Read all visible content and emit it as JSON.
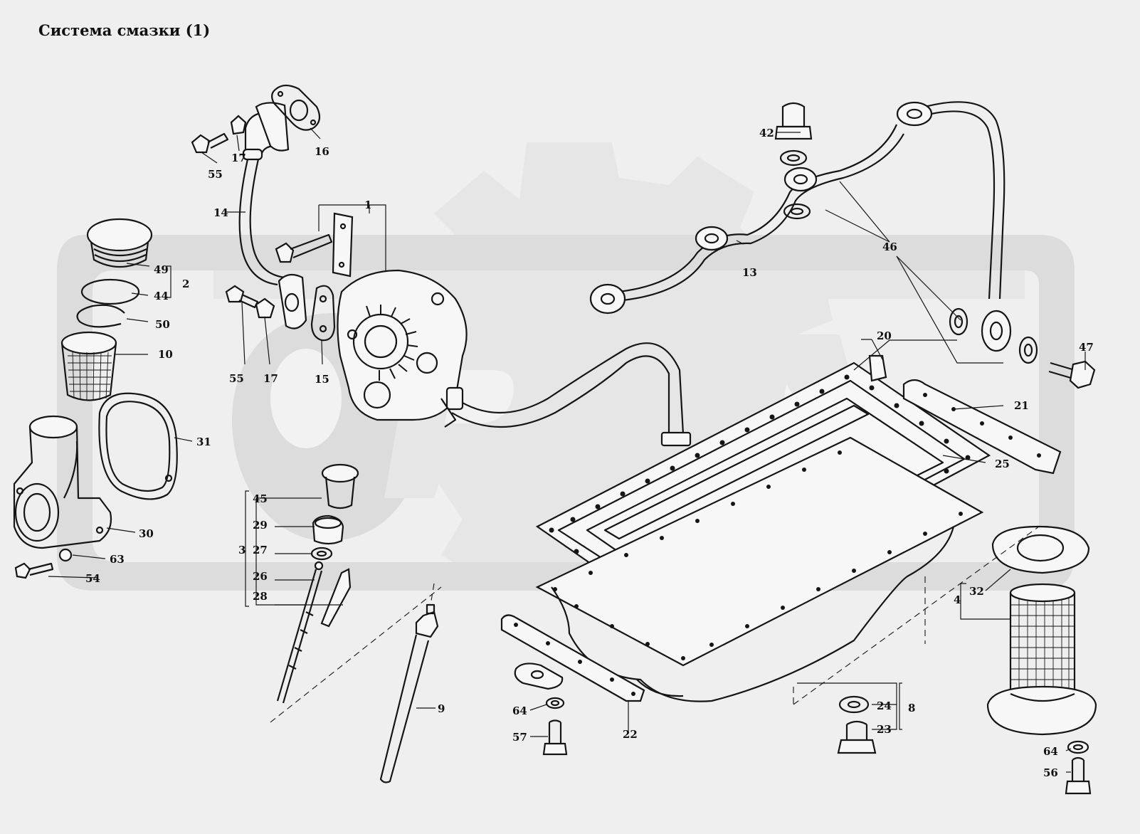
{
  "title": "Система смазки  (1)",
  "callouts": {
    "c1": "1",
    "c2": "2",
    "c3": "3",
    "c4": "4",
    "c8": "8",
    "c9": "9",
    "c10": "10",
    "c13": "13",
    "c14": "14",
    "c15": "15",
    "c16": "16",
    "c17a": "17",
    "c17b": "17",
    "c20": "20",
    "c21": "21",
    "c22": "22",
    "c23": "23",
    "c24": "24",
    "c25": "25",
    "c26": "26",
    "c27": "27",
    "c28": "28",
    "c29": "29",
    "c30": "30",
    "c31": "31",
    "c32": "32",
    "c42": "42",
    "c44": "44",
    "c45": "45",
    "c46": "46",
    "c47": "47",
    "c49": "49",
    "c50": "50",
    "c54": "54",
    "c55a": "55",
    "c55b": "55",
    "c56": "56",
    "c57": "57",
    "c63": "63",
    "c64a": "64",
    "c64b": "64"
  },
  "colors": {
    "background": "#efefef",
    "ink": "#151515",
    "watermark": "#dcdcdc"
  }
}
